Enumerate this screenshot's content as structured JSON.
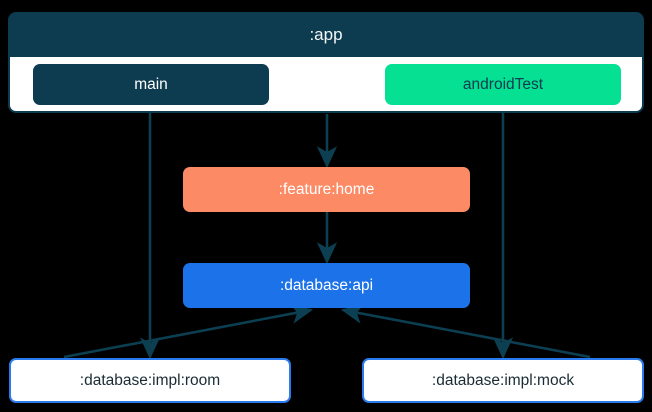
{
  "diagram": {
    "type": "module-dependency-graph",
    "background_color": "#000000",
    "edge_color": "#0C3F51",
    "subgraph": {
      "title": ":app",
      "fill": "#0D3B4F",
      "title_color": "#F2F7F9",
      "body_fill": "#FFFFFF"
    },
    "nodes": [
      {
        "id": "main",
        "label": "main",
        "fill": "#0D3B4F",
        "text_color": "#FFFFFF",
        "border_color": "#0D3B4F"
      },
      {
        "id": "androidTest",
        "label": "androidTest",
        "fill": "#05E092",
        "text_color": "#0D3B4F",
        "border_color": "#05E092"
      },
      {
        "id": "feature-home",
        "label": ":feature:home",
        "fill": "#FB8A65",
        "text_color": "#FFFFFF",
        "border_color": "#FB8A65"
      },
      {
        "id": "database-api",
        "label": ":database:api",
        "fill": "#1C72E8",
        "text_color": "#FFFFFF",
        "border_color": "#1C72E8"
      },
      {
        "id": "database-impl-room",
        "label": ":database:impl:room",
        "fill": "#FFFFFF",
        "text_color": "#1A2B35",
        "border_color": "#2A7BF0"
      },
      {
        "id": "database-impl-mock",
        "label": ":database:impl:mock",
        "fill": "#FFFFFF",
        "text_color": "#1A2B35",
        "border_color": "#2A7BF0"
      }
    ],
    "edges": [
      {
        "from": "app",
        "to": "feature-home"
      },
      {
        "from": "feature-home",
        "to": "database-api"
      },
      {
        "from": "main",
        "to": "database-impl-room"
      },
      {
        "from": "androidTest",
        "to": "database-impl-mock"
      },
      {
        "from": "database-impl-room",
        "to": "database-api"
      },
      {
        "from": "database-impl-mock",
        "to": "database-api"
      }
    ]
  }
}
